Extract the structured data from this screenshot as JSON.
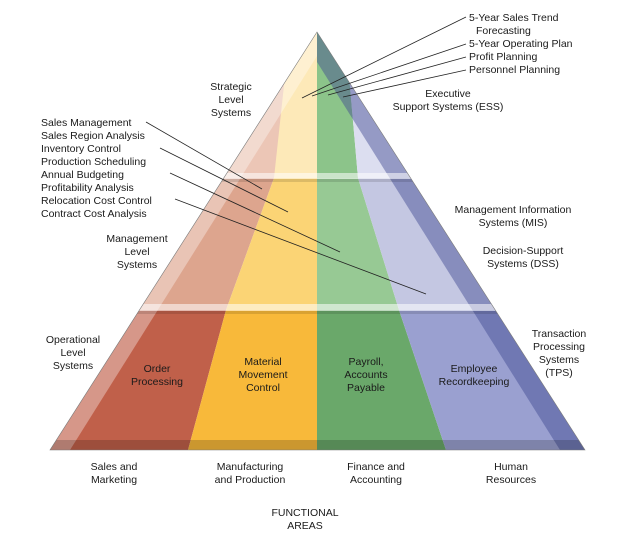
{
  "level_labels": {
    "strategic": [
      "Strategic",
      "Level",
      "Systems"
    ],
    "management": [
      "Management",
      "Level",
      "Systems"
    ],
    "operational": [
      "Operational",
      "Level",
      "Systems"
    ]
  },
  "system_labels": {
    "ess": [
      "Executive",
      "Support Systems (ESS)"
    ],
    "mis": [
      "Management Information",
      "Systems (MIS)"
    ],
    "dss": [
      "Decision-Support",
      "Systems (DSS)"
    ],
    "tps": [
      "Transaction",
      "Processing",
      "Systems",
      "(TPS)"
    ]
  },
  "executive_items": [
    "5-Year Sales Trend",
    "Forecasting",
    "5-Year Operating Plan",
    "Profit Planning",
    "Personnel Planning"
  ],
  "management_items": [
    "Sales Management",
    "Sales Region Analysis",
    "Inventory Control",
    "Production Scheduling",
    "Annual Budgeting",
    "Profitability Analysis",
    "Relocation Cost Control",
    "Contract Cost Analysis"
  ],
  "operational_cells": {
    "sales": [
      "Order",
      "Processing"
    ],
    "manufacturing": [
      "Material",
      "Movement",
      "Control"
    ],
    "finance": [
      "Payroll,",
      "Accounts",
      "Payable"
    ],
    "hr": [
      "Employee",
      "Recordkeeping"
    ]
  },
  "functional_areas": {
    "sales": [
      "Sales and",
      "Marketing"
    ],
    "manufacturing": [
      "Manufacturing",
      "and Production"
    ],
    "finance": [
      "Finance and",
      "Accounting"
    ],
    "hr": [
      "Human",
      "Resources"
    ]
  },
  "footer_label": [
    "FUNCTIONAL",
    "AREAS"
  ],
  "colors": {
    "sales": "#c0604a",
    "manufacturing": "#f8b93a",
    "finance": "#6aa86a",
    "hr": "#9aa0d0"
  }
}
